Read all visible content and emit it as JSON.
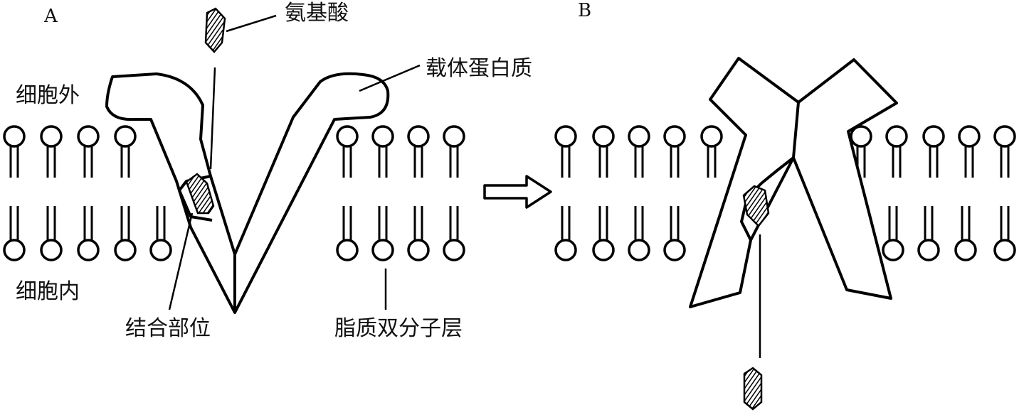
{
  "panels": {
    "a": "A",
    "b": "B"
  },
  "labels": {
    "amino_acid": "氨基酸",
    "carrier_protein": "载体蛋白质",
    "outside": "细胞外",
    "inside": "细胞内",
    "binding_site": "结合部位",
    "lipid_bilayer": "脂质双分子层"
  },
  "colors": {
    "stroke": "#000000",
    "fill": "#ffffff",
    "text": "#111111"
  }
}
